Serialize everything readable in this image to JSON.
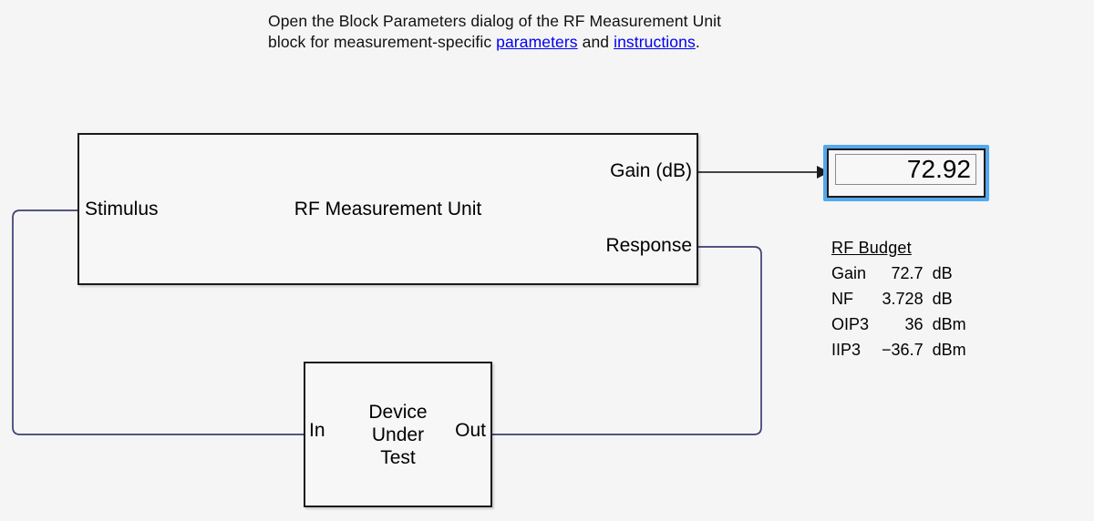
{
  "header": {
    "text_before": "Open the Block Parameters dialog of the RF Measurement Unit block for measurement-specific ",
    "line1": "Open the Block Parameters dialog of the RF Measurement Unit",
    "line2_before": "block for measurement-specific ",
    "link1": "parameters",
    "between": " and ",
    "link2": "instructions",
    "after": "."
  },
  "rf_unit": {
    "title": "RF Measurement Unit",
    "input_port": "Stimulus",
    "output_port_gain": "Gain (dB)",
    "output_port_response": "Response"
  },
  "dut": {
    "title_line1": "Device",
    "title_line2": "Under",
    "title_line3": "Test",
    "input_port": "In",
    "output_port": "Out"
  },
  "display": {
    "value": "72.92",
    "selected": true
  },
  "rf_budget": {
    "title": "RF Budget",
    "rows": [
      {
        "name": "Gain",
        "value": "72.7",
        "unit": "dB"
      },
      {
        "name": "NF",
        "value": "3.728",
        "unit": "dB"
      },
      {
        "name": "OIP3",
        "value": "36",
        "unit": "dBm"
      },
      {
        "name": "IIP3",
        "value": "−36.7",
        "unit": "dBm"
      }
    ]
  },
  "colors": {
    "canvas": "#f5f5f5",
    "block_border": "#1a1a1a",
    "block_fill": "#f7f7f7",
    "signal_line": "#3d3d72",
    "arrow_line": "#2a2a2a",
    "selection": "#54a8ec",
    "link": "#0000ee"
  }
}
